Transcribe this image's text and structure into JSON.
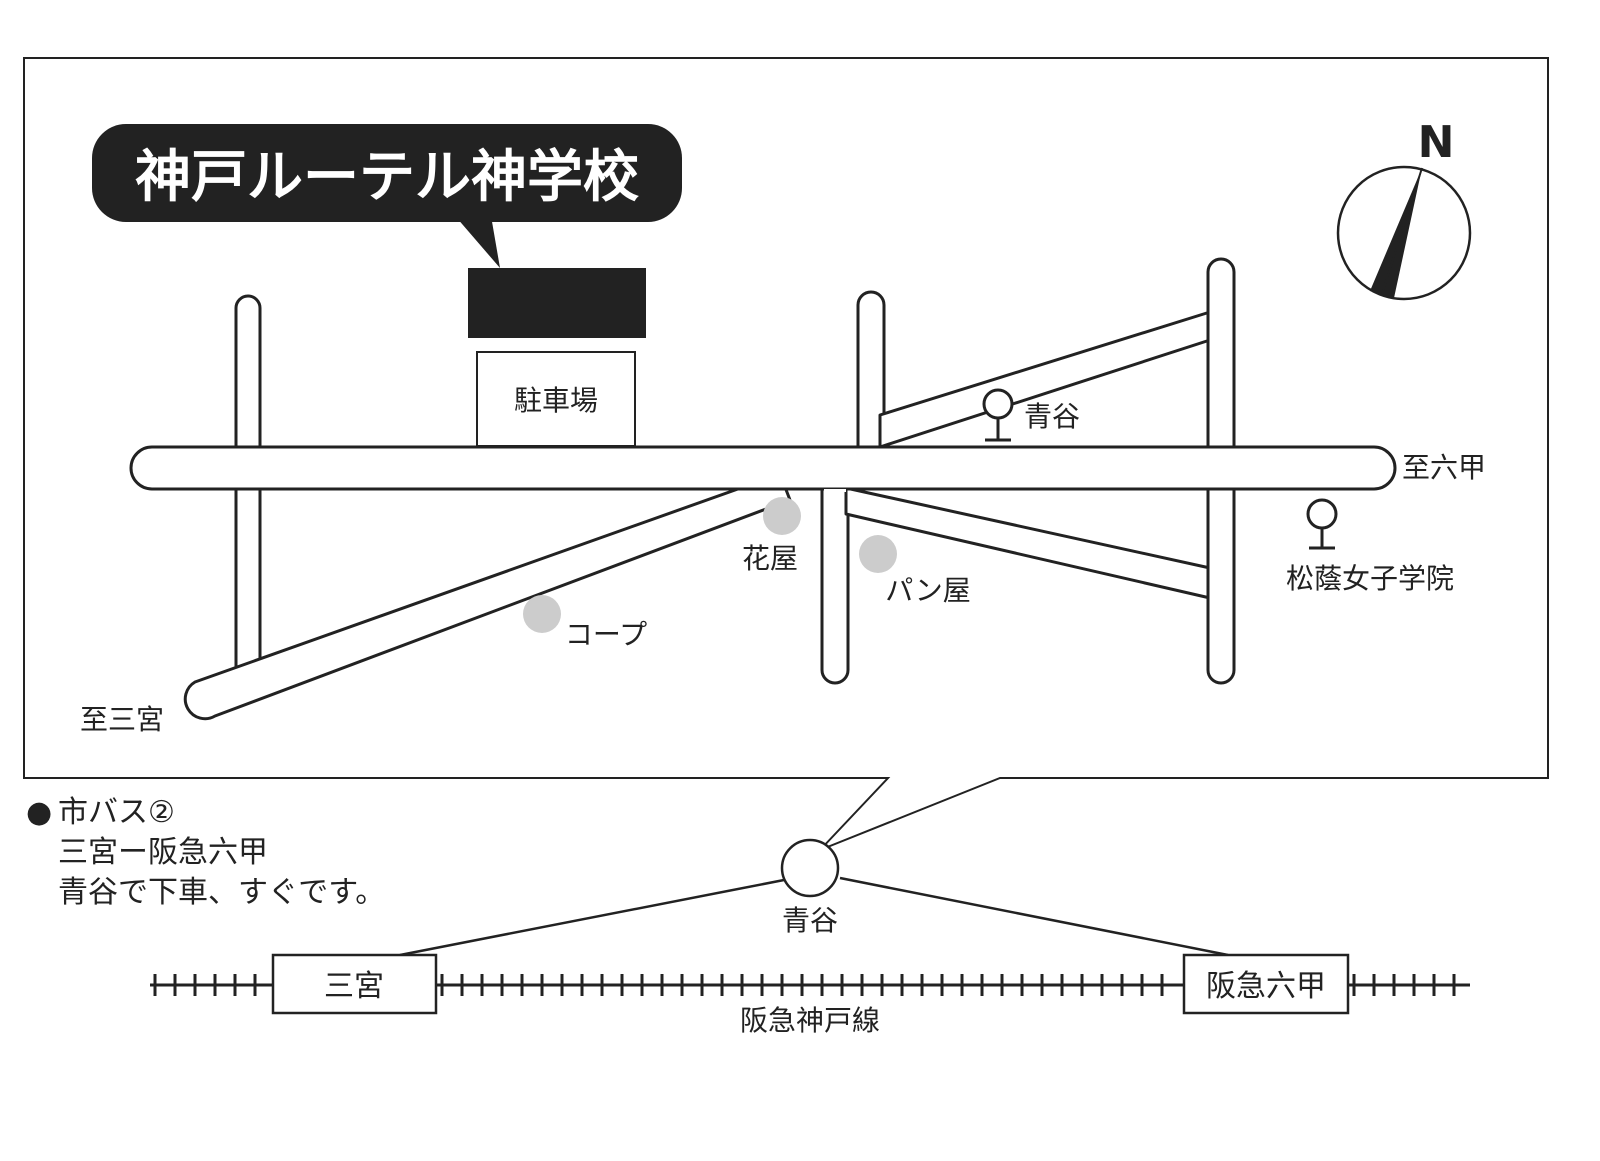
{
  "map": {
    "title": "神戸ルーテル神学校",
    "north_label": "N",
    "parking_label": "駐車場",
    "landmarks": {
      "bus_stop_aotani": "青谷",
      "bus_stop_shoin": "松蔭女子学院",
      "flower_shop": "花屋",
      "bakery": "パン屋",
      "coop": "コープ"
    },
    "directions": {
      "to_rokko": "至六甲",
      "to_sannomiya": "至三宮"
    }
  },
  "access": {
    "bullet": "●",
    "bus_line": "市バス②",
    "route": "三宮ー阪急六甲",
    "instruction": "青谷で下車、すぐです。"
  },
  "rail": {
    "line_name": "阪急神戸線",
    "stations": [
      "三宮",
      "阪急六甲"
    ],
    "stop_marker": "青谷"
  },
  "colors": {
    "ink": "#222222",
    "marker_gray": "#cccccc",
    "title_bg": "#222222",
    "title_text": "#ffffff"
  }
}
